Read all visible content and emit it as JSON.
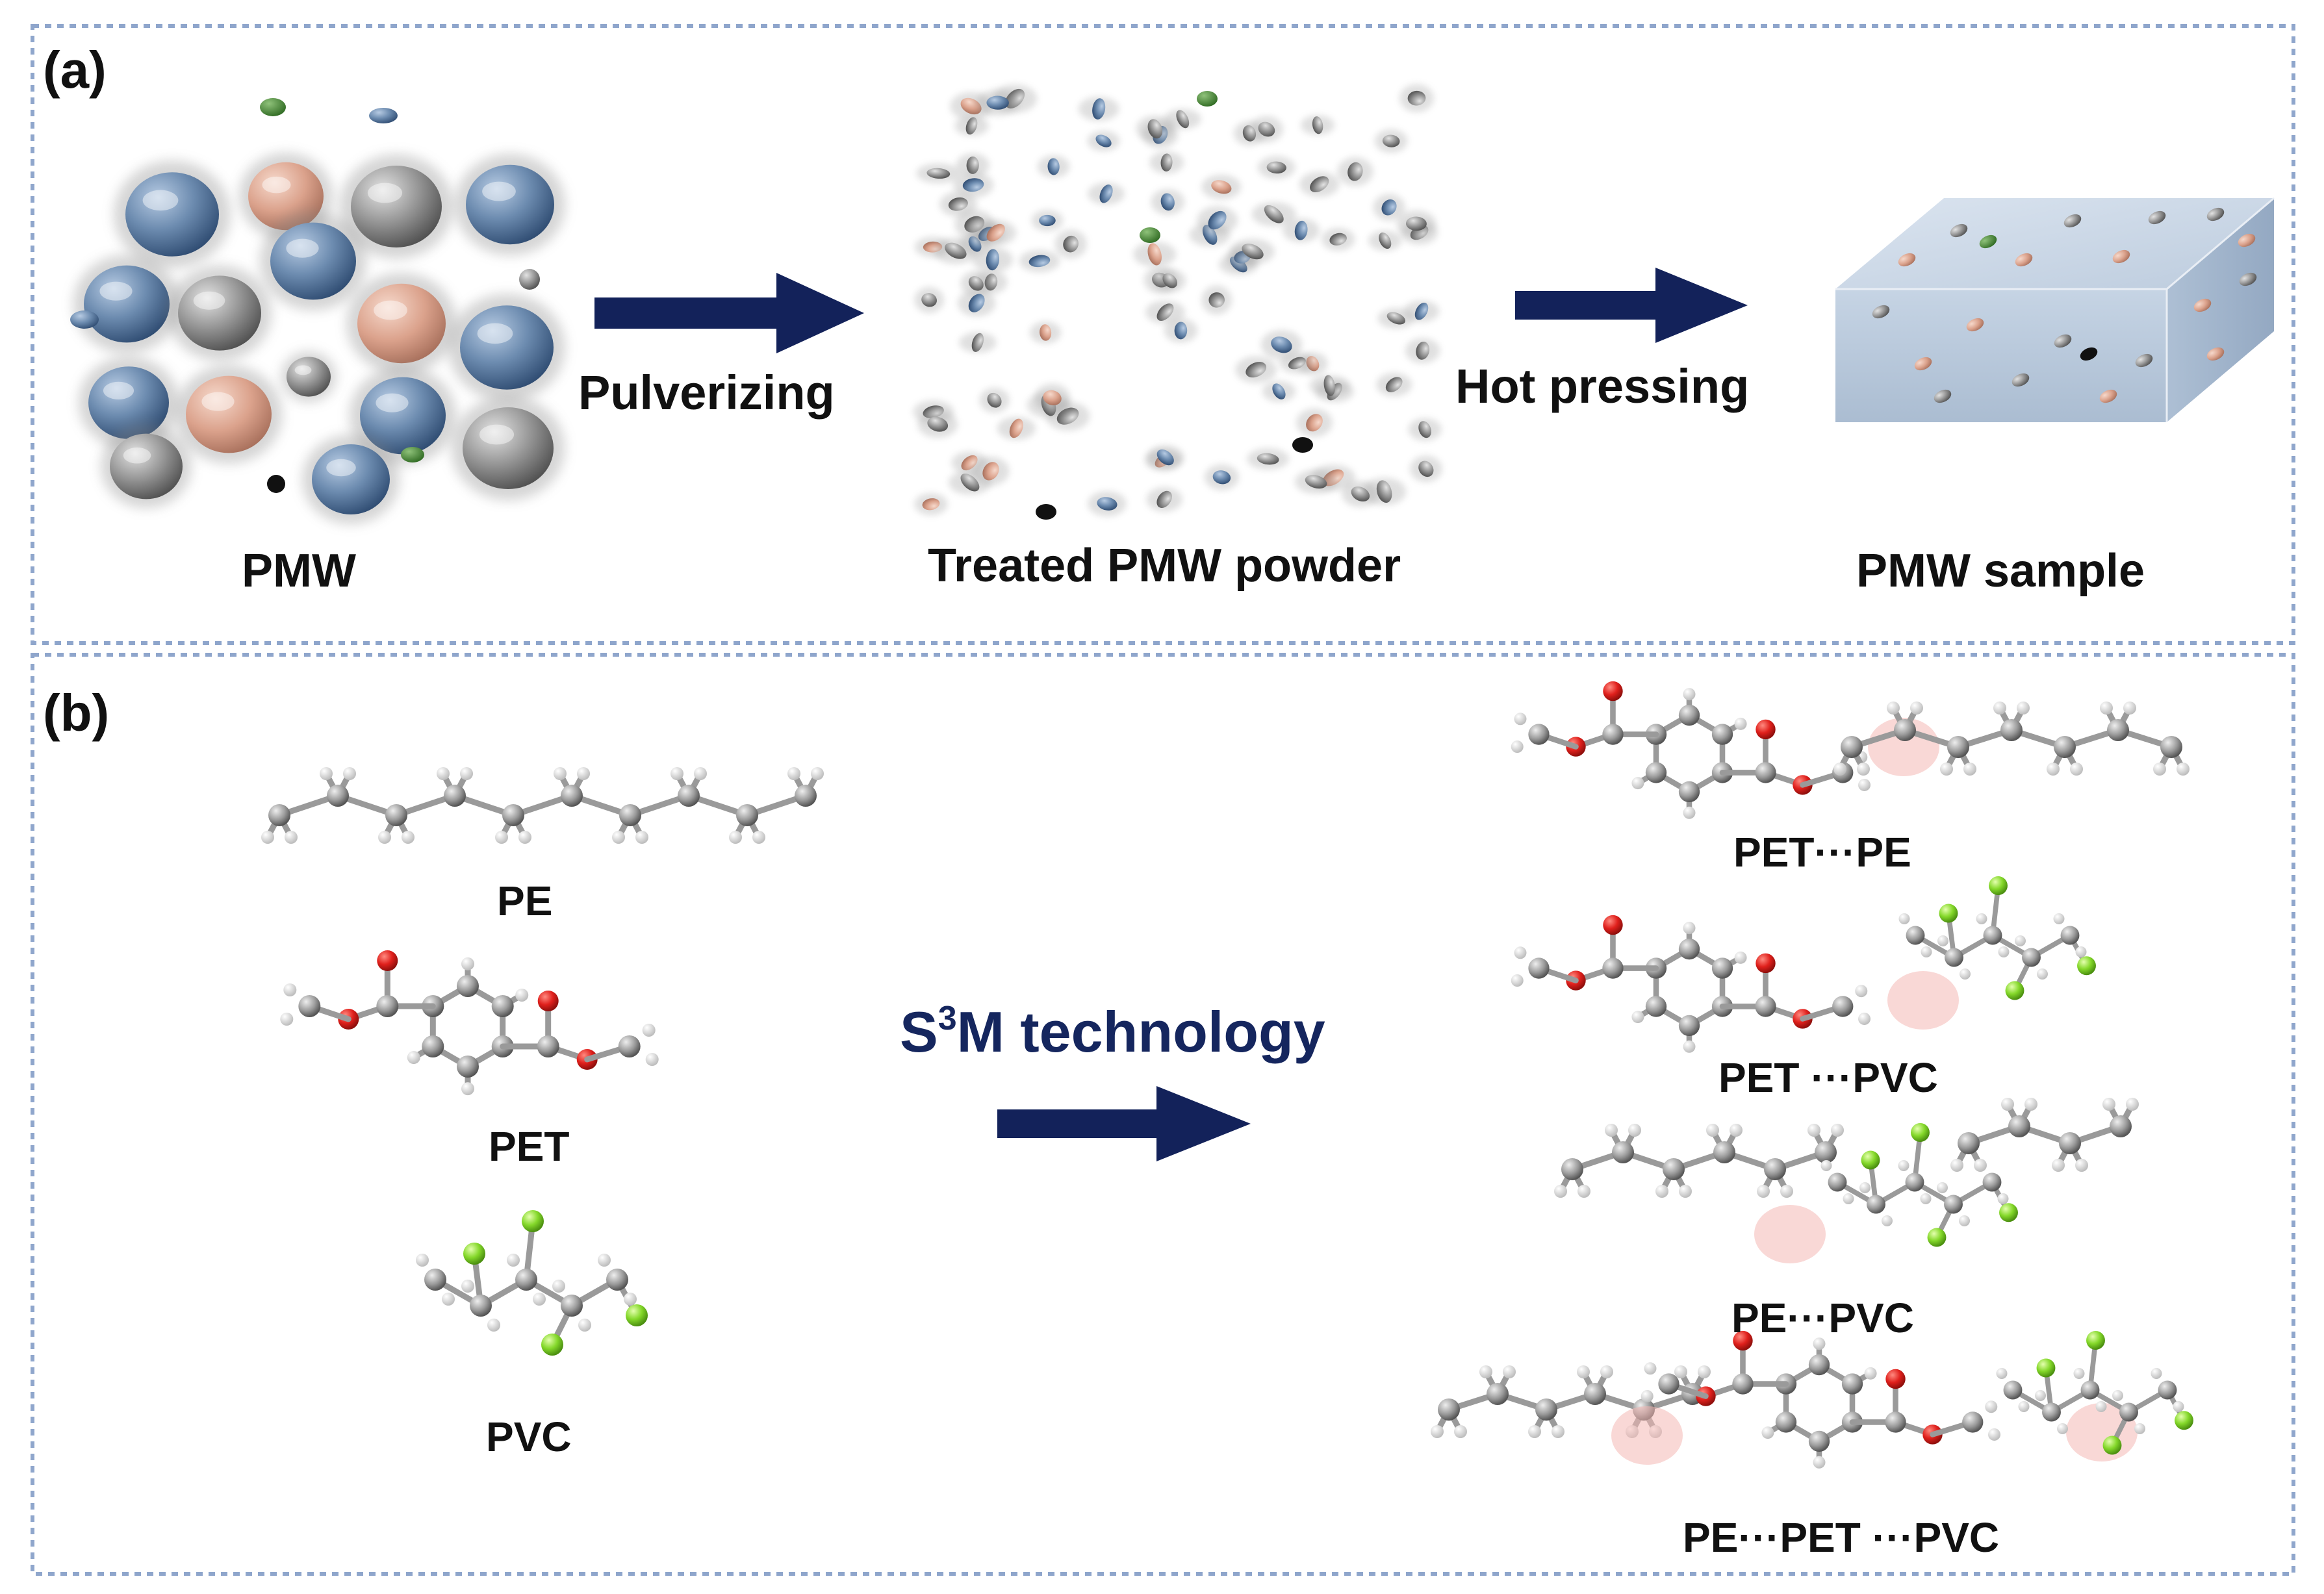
{
  "panel_a": {
    "label": "(a)",
    "steps": {
      "pulverizing": "Pulverizing",
      "hot_pressing": "Hot pressing"
    },
    "captions": {
      "pmw": "PMW",
      "powder": "Treated PMW powder",
      "sample": "PMW sample"
    }
  },
  "panel_b": {
    "label": "(b)",
    "molecules": {
      "pe": "PE",
      "pet": "PET",
      "pvc": "PVC"
    },
    "technology": {
      "prefix": "S",
      "superscript": "3",
      "suffix": "M technology"
    },
    "products": {
      "pet_pe": "PET···PE",
      "pet_pvc": "PET ···PVC",
      "pe_pvc": "PE···PVC",
      "pe_pet_pvc": "PE···PET ···PVC"
    }
  },
  "colors": {
    "arrow": "#13225a",
    "frame": "#8fa6cc",
    "carbon": "#8a8a8a",
    "hydrogen": "#e6e6e6",
    "oxygen": "#e0201c",
    "chlorine": "#84d82a",
    "pet_particle": "#5f7fa3",
    "pvc_particle": "#d9a08a",
    "pe_particle": "#8d8d8d",
    "contact_highlight": "#f4b8b4"
  }
}
